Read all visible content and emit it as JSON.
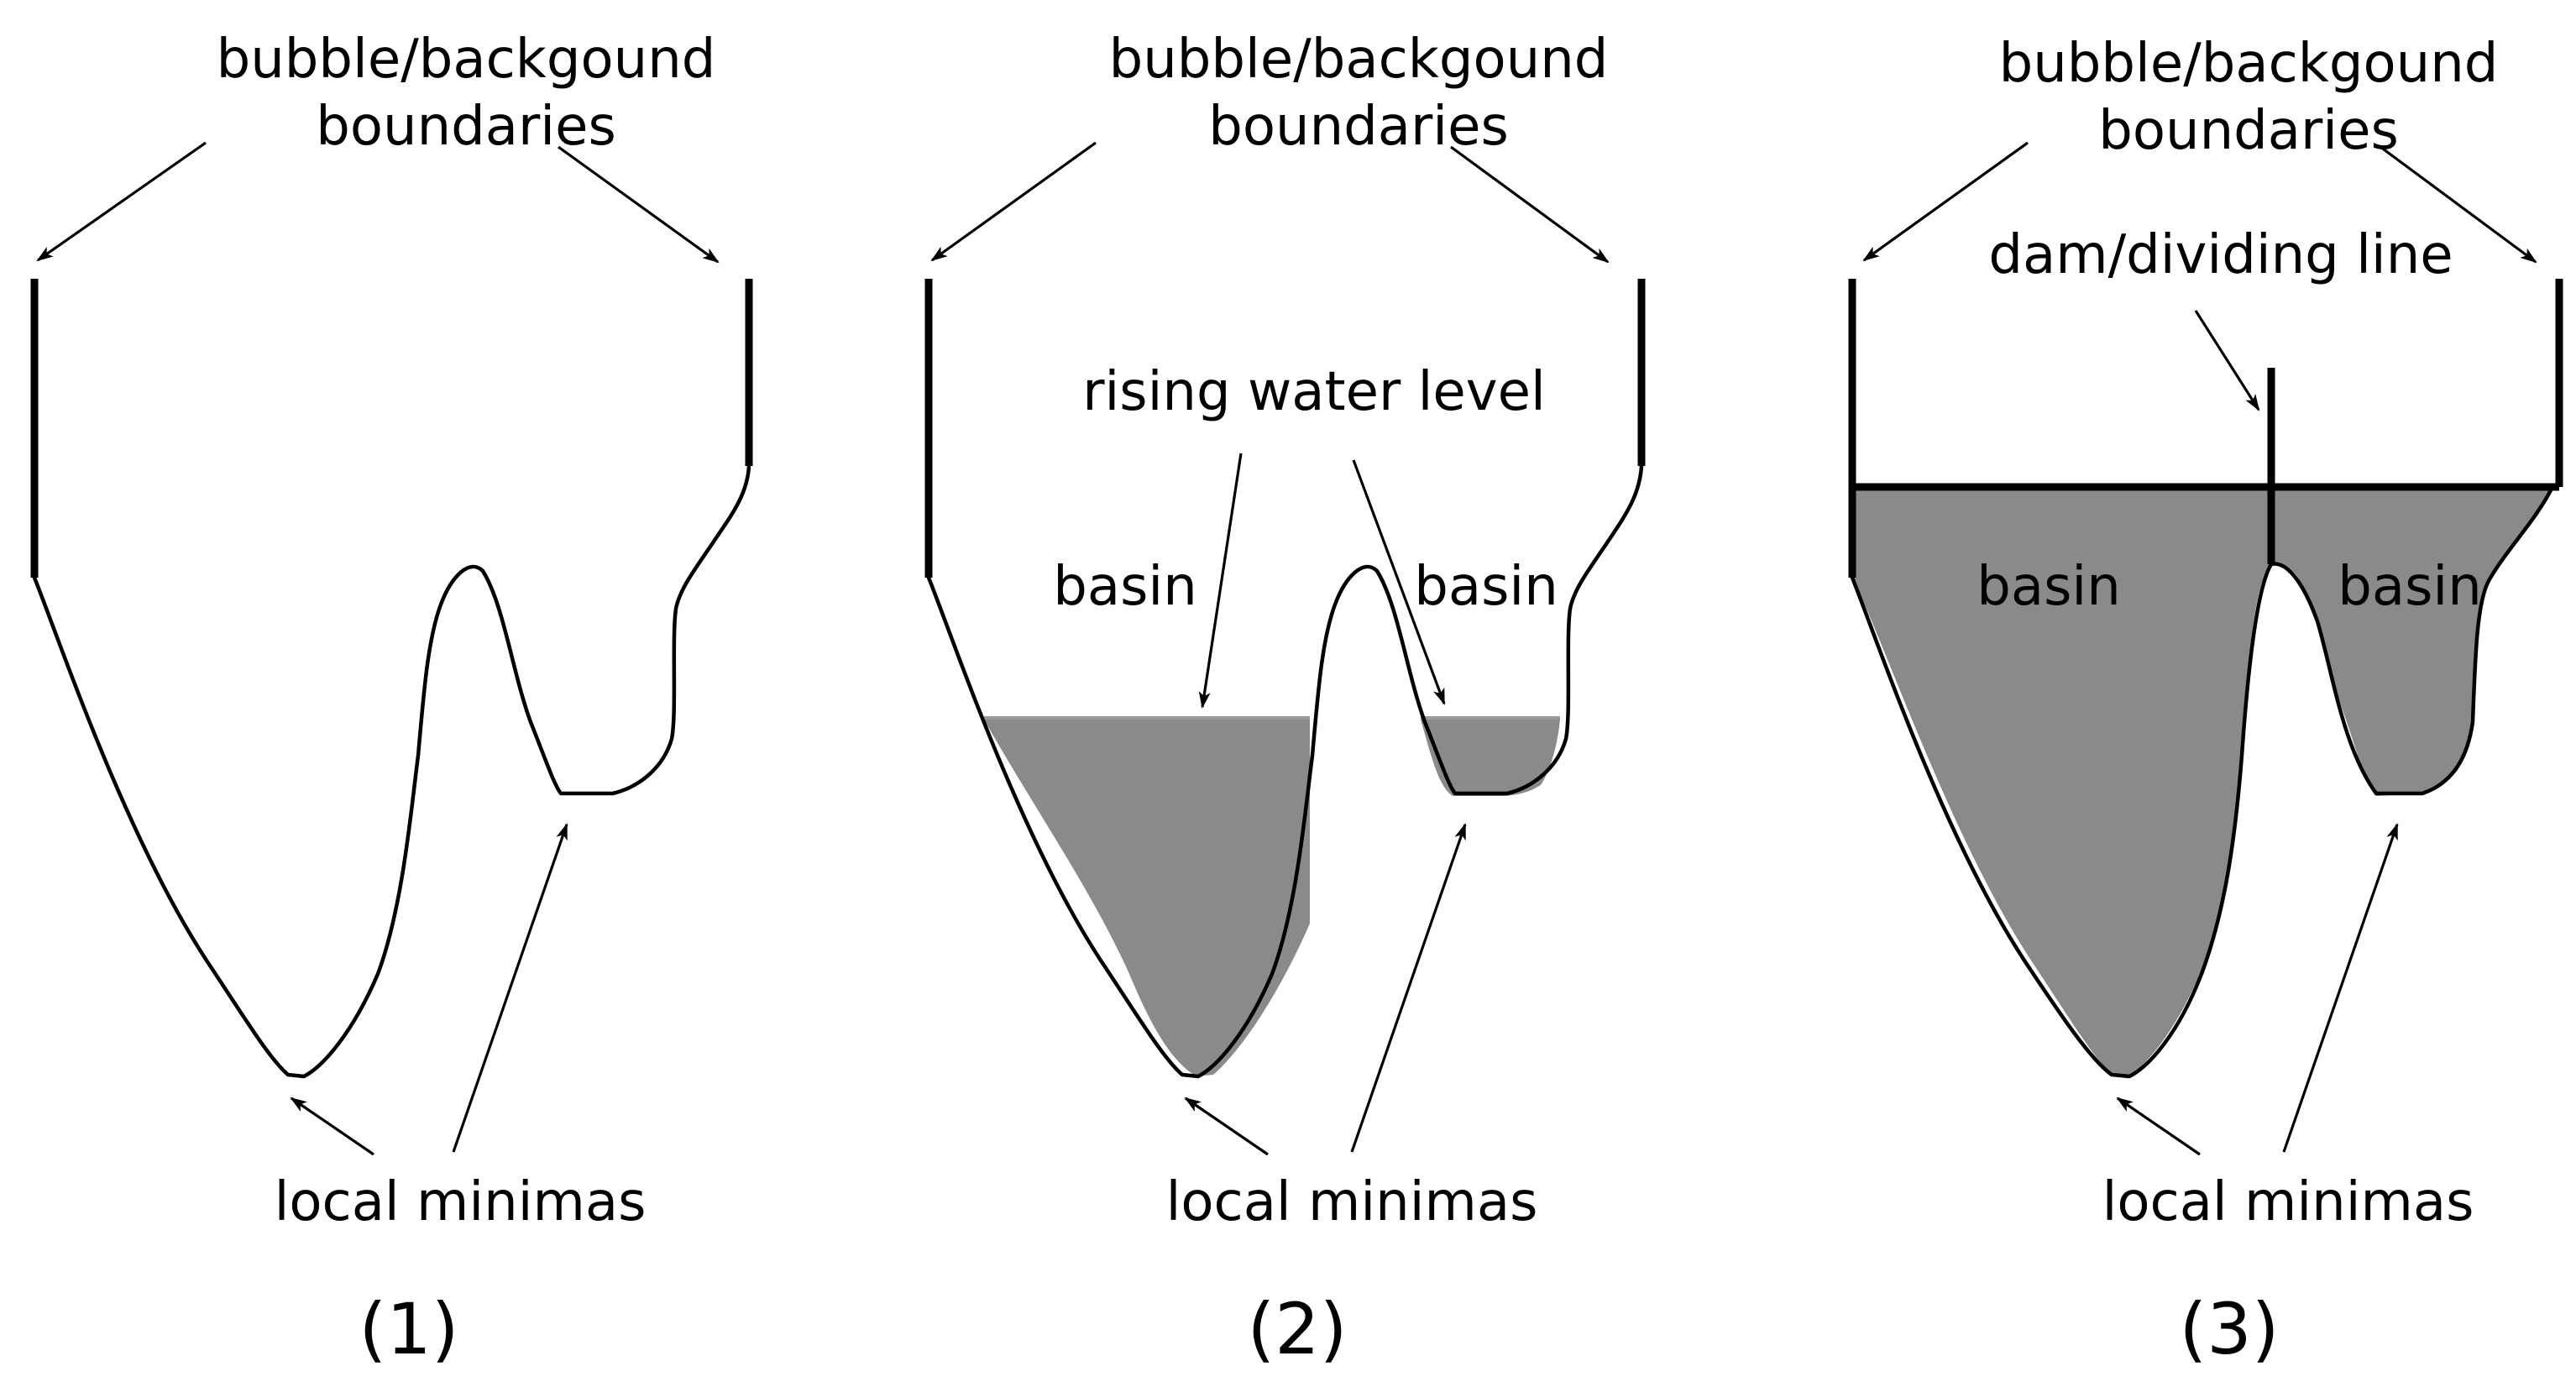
{
  "panels": [
    {
      "number": "(1)",
      "boundary_label": [
        "bubble/backgound",
        "boundaries"
      ],
      "minima_label": "local minimas"
    },
    {
      "number": "(2)",
      "boundary_label": [
        "bubble/backgound",
        "boundaries"
      ],
      "water_label": "rising water level",
      "basin_left": "basin",
      "basin_right": "basin",
      "minima_label": "local minimas"
    },
    {
      "number": "(3)",
      "boundary_label": [
        "bubble/backgound",
        "boundaries"
      ],
      "dam_label": "dam/dividing line",
      "basin_left": "basin",
      "basin_right": "basin",
      "minima_label": "local minimas"
    }
  ],
  "colors": {
    "water": "#8a8a8a",
    "line": "#000000",
    "background": "#ffffff"
  }
}
